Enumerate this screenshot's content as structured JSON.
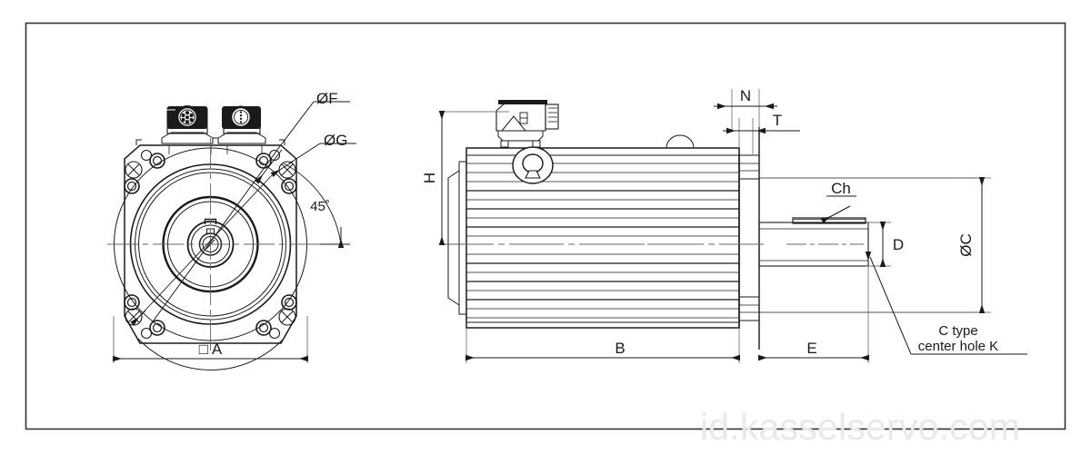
{
  "document": {
    "type": "engineering-dimensional-drawing",
    "subject": "AC servo motor outline dimension drawing",
    "views": [
      "front-flange-view",
      "side-elevation-view"
    ]
  },
  "watermark": {
    "text": "id.kasselservo.com",
    "color": "#e9e9ea"
  },
  "frame": {
    "border_color": "#333333"
  },
  "front_view": {
    "name": "front-flange-view",
    "labels": {
      "bore_pilot": "ØF",
      "bolt_circle": "ØG",
      "angle": "45˚",
      "square_flange": "□ A"
    }
  },
  "side_view": {
    "name": "side-elevation-view",
    "labels": {
      "height": "H",
      "body_length": "B",
      "flange_thickness": "N",
      "step_thickness": "T",
      "shaft_length": "E",
      "shaft_diameter": "D",
      "flange_outer_diameter": "ØC",
      "chamfer": "Ch"
    },
    "note": {
      "line1": "C type",
      "line2": "center hole K"
    }
  },
  "dimension_symbols": {
    "diameter": "Ø",
    "square": "□",
    "degree": "˚"
  },
  "colors": {
    "line": "#1a1a1a",
    "thin_line": "#555555",
    "centerline": "#666666",
    "background": "#ffffff"
  }
}
